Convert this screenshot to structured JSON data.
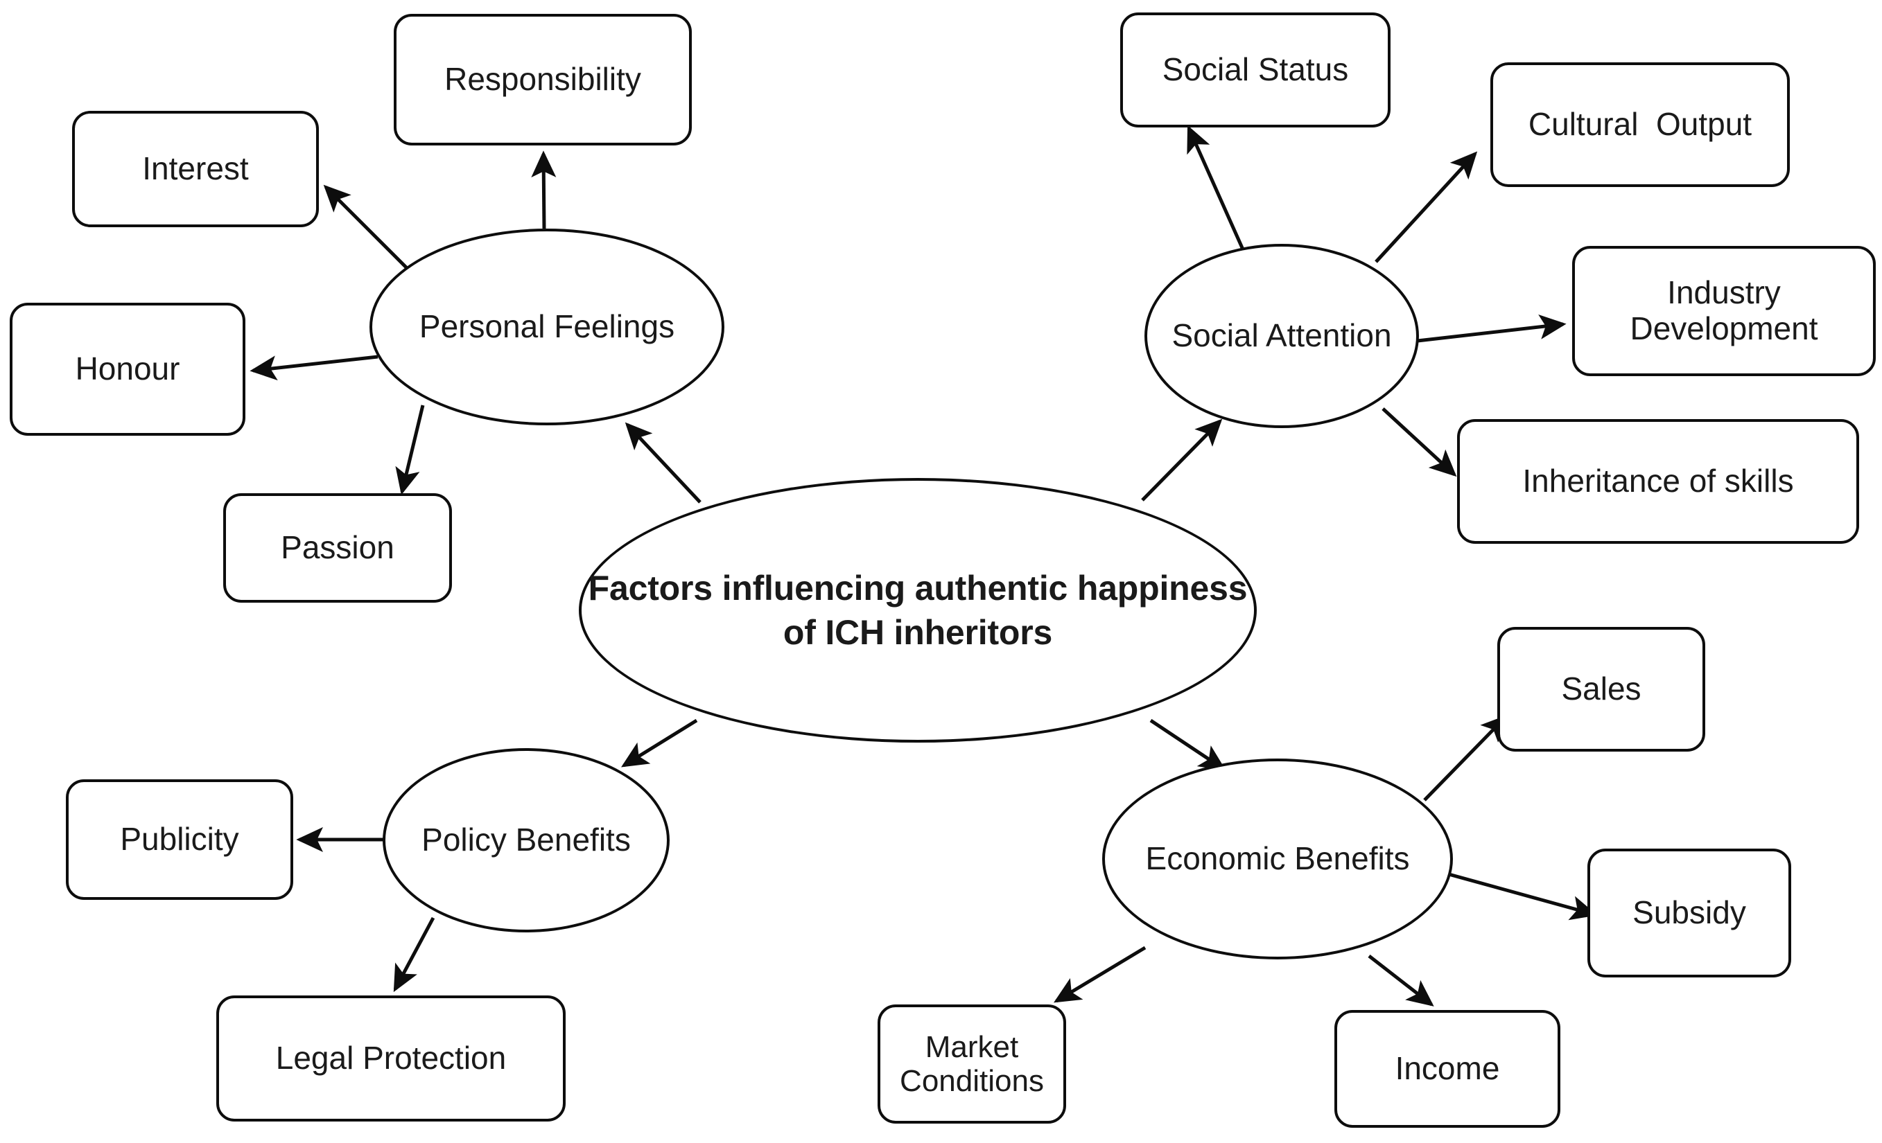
{
  "diagram": {
    "title": "Factors influencing authentic happiness of ICH inheritors",
    "type": "mind-map",
    "central_node": {
      "id": "center",
      "label": "Factors influencing authentic happiness of ICH inheritors",
      "shape": "ellipse",
      "bold": true
    },
    "branches": [
      {
        "id": "personal-feelings",
        "label": "Personal Feelings",
        "shape": "ellipse",
        "children": [
          {
            "id": "interest",
            "label": "Interest",
            "shape": "rounded-rect"
          },
          {
            "id": "responsibility",
            "label": "Responsibility",
            "shape": "rounded-rect"
          },
          {
            "id": "honour",
            "label": "Honour",
            "shape": "rounded-rect"
          },
          {
            "id": "passion",
            "label": "Passion",
            "shape": "rounded-rect"
          }
        ]
      },
      {
        "id": "social-attention",
        "label": "Social Attention",
        "shape": "ellipse",
        "children": [
          {
            "id": "social-status",
            "label": "Social Status",
            "shape": "rounded-rect"
          },
          {
            "id": "cultural-output",
            "label": "Cultural  Output",
            "shape": "rounded-rect"
          },
          {
            "id": "industry-development",
            "label": "Industry\nDevelopment",
            "shape": "rounded-rect"
          },
          {
            "id": "inheritance-of-skills",
            "label": "Inheritance of skills",
            "shape": "rounded-rect"
          }
        ]
      },
      {
        "id": "policy-benefits",
        "label": "Policy Benefits",
        "shape": "ellipse",
        "children": [
          {
            "id": "publicity",
            "label": "Publicity",
            "shape": "rounded-rect"
          },
          {
            "id": "legal-protection",
            "label": "Legal Protection",
            "shape": "rounded-rect"
          }
        ]
      },
      {
        "id": "economic-benefits",
        "label": "Economic Benefits",
        "shape": "ellipse",
        "children": [
          {
            "id": "sales",
            "label": "Sales",
            "shape": "rounded-rect"
          },
          {
            "id": "subsidy",
            "label": "Subsidy",
            "shape": "rounded-rect"
          },
          {
            "id": "market-conditions",
            "label": "Market Conditions",
            "shape": "rounded-rect"
          },
          {
            "id": "income",
            "label": "Income",
            "shape": "rounded-rect"
          }
        ]
      }
    ],
    "edges": [
      {
        "from": "center",
        "to": "personal-feelings",
        "arrow": "to"
      },
      {
        "from": "center",
        "to": "social-attention",
        "arrow": "to"
      },
      {
        "from": "center",
        "to": "policy-benefits",
        "arrow": "to"
      },
      {
        "from": "center",
        "to": "economic-benefits",
        "arrow": "to"
      },
      {
        "from": "personal-feelings",
        "to": "interest",
        "arrow": "to"
      },
      {
        "from": "personal-feelings",
        "to": "responsibility",
        "arrow": "to"
      },
      {
        "from": "personal-feelings",
        "to": "honour",
        "arrow": "to"
      },
      {
        "from": "personal-feelings",
        "to": "passion",
        "arrow": "to"
      },
      {
        "from": "social-attention",
        "to": "social-status",
        "arrow": "to"
      },
      {
        "from": "social-attention",
        "to": "cultural-output",
        "arrow": "to"
      },
      {
        "from": "social-attention",
        "to": "industry-development",
        "arrow": "to"
      },
      {
        "from": "social-attention",
        "to": "inheritance-of-skills",
        "arrow": "to"
      },
      {
        "from": "policy-benefits",
        "to": "publicity",
        "arrow": "to"
      },
      {
        "from": "policy-benefits",
        "to": "legal-protection",
        "arrow": "to"
      },
      {
        "from": "economic-benefits",
        "to": "sales",
        "arrow": "to"
      },
      {
        "from": "economic-benefits",
        "to": "subsidy",
        "arrow": "to"
      },
      {
        "from": "economic-benefits",
        "to": "market-conditions",
        "arrow": "to"
      },
      {
        "from": "economic-benefits",
        "to": "income",
        "arrow": "to"
      }
    ],
    "colors": {
      "stroke": "#0d0d0d",
      "text": "#1a1a1a",
      "background": "#ffffff"
    }
  }
}
